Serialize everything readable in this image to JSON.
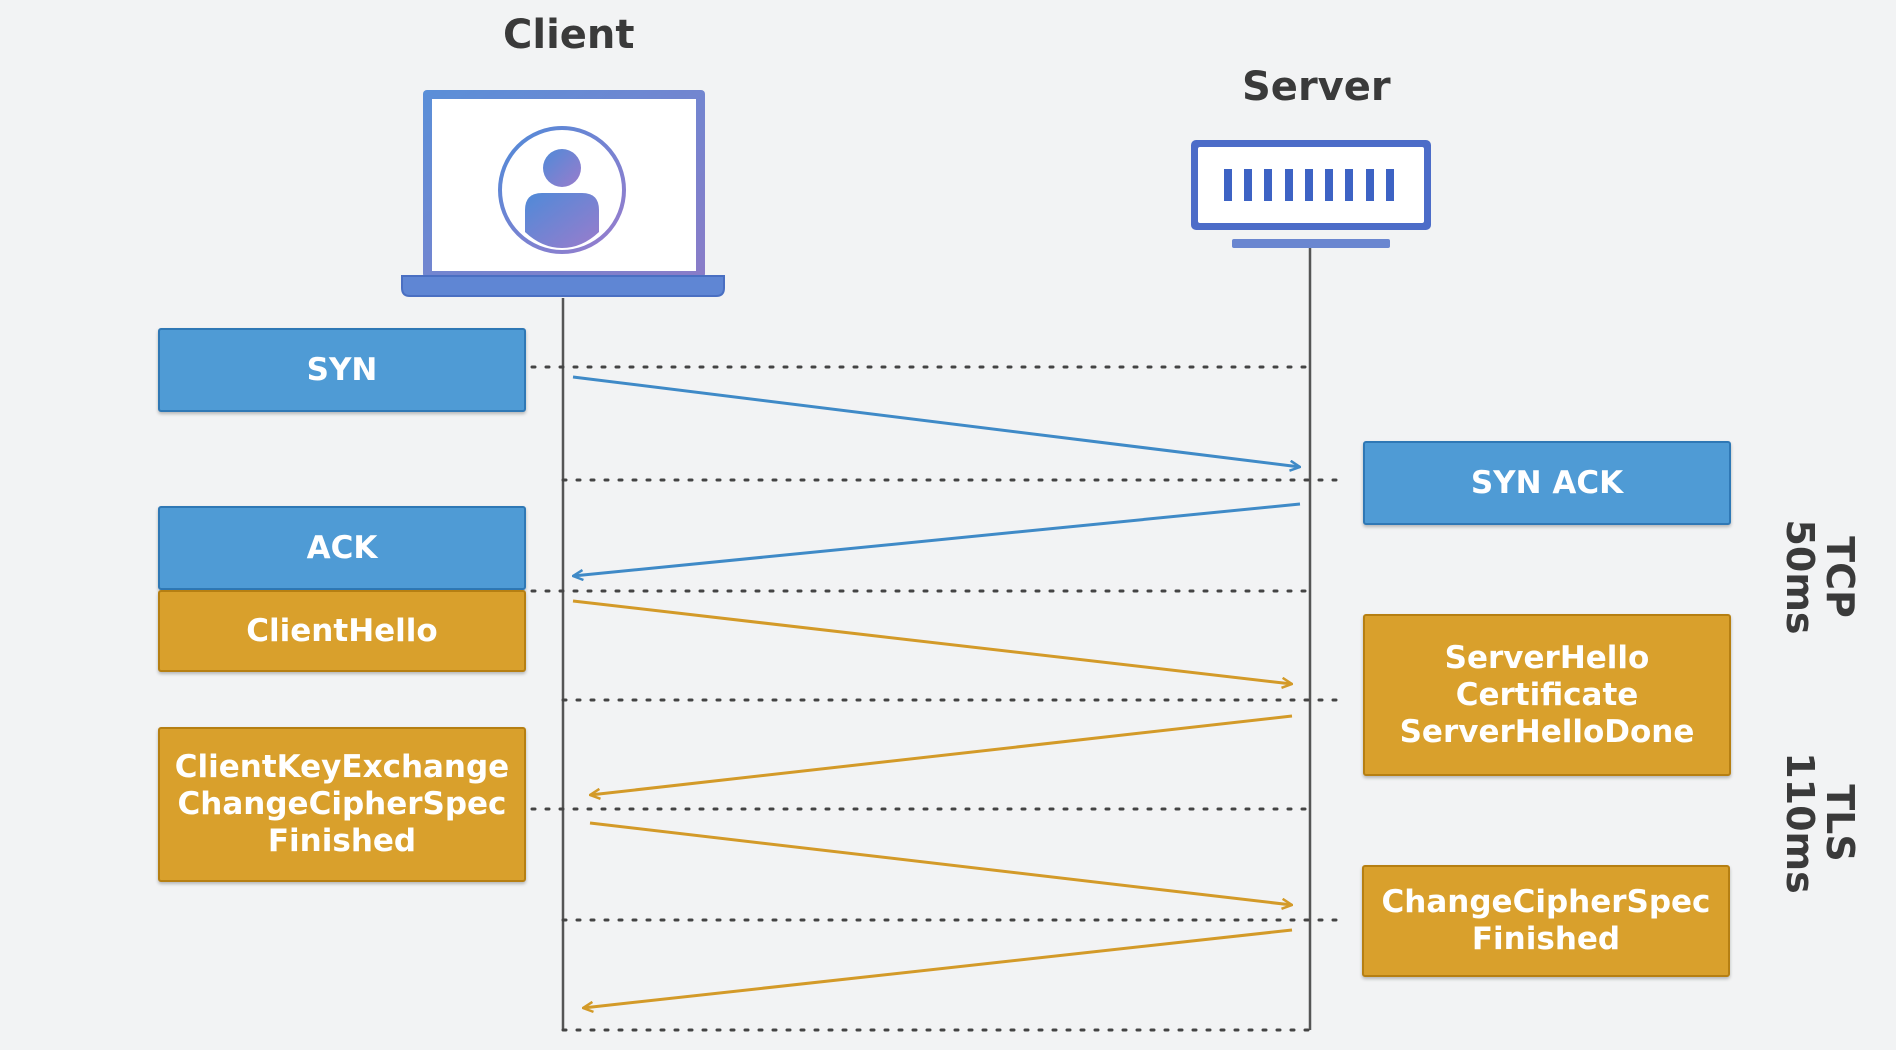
{
  "participants": {
    "client_label": "Client",
    "server_label": "Server"
  },
  "messages": {
    "syn": "SYN",
    "syn_ack": "SYN ACK",
    "ack": "ACK",
    "client_hello": "ClientHello",
    "server_hello": "ServerHello\nCertificate\nServerHelloDone",
    "client_key_exchange": "ClientKeyExchange\nChangeCipherSpec\nFinished",
    "server_finished": "ChangeCipherSpec\nFinished"
  },
  "phases": {
    "tcp": "TCP\n50ms",
    "tls": "TLS\n110ms"
  },
  "colors": {
    "tcp_blue": "#4f9bd5",
    "tls_gold": "#d9a02c",
    "lifeline": "#555555"
  }
}
